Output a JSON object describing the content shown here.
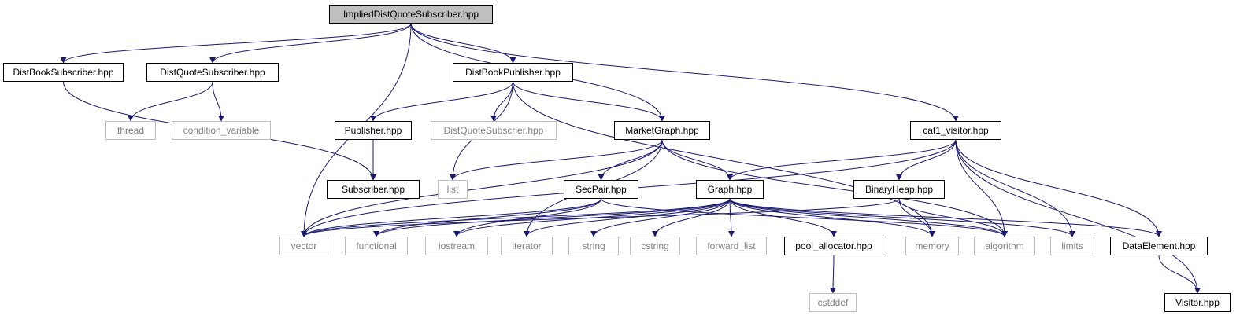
{
  "colors": {
    "edge": "#191970",
    "internal_border": "#000000",
    "external_border": "#bfbfbf",
    "external_text": "#808080",
    "root_fill": "#bfbfbf"
  },
  "nodes": {
    "ImpliedDistQuoteSubscriber": {
      "label": "ImpliedDistQuoteSubscriber.hpp",
      "kind": "root"
    },
    "DistBookSubscriber": {
      "label": "DistBookSubscriber.hpp",
      "kind": "internal"
    },
    "DistQuoteSubscriber": {
      "label": "DistQuoteSubscriber.hpp",
      "kind": "internal"
    },
    "DistBookPublisher": {
      "label": "DistBookPublisher.hpp",
      "kind": "internal"
    },
    "cat1_visitor": {
      "label": "cat1_visitor.hpp",
      "kind": "internal"
    },
    "thread": {
      "label": "thread",
      "kind": "external"
    },
    "condition_variable": {
      "label": "condition_variable",
      "kind": "external"
    },
    "Publisher": {
      "label": "Publisher.hpp",
      "kind": "internal"
    },
    "DistQuoteSubscrier": {
      "label": "DistQuoteSubscrier.hpp",
      "kind": "external"
    },
    "MarketGraph": {
      "label": "MarketGraph.hpp",
      "kind": "internal"
    },
    "Subscriber": {
      "label": "Subscriber.hpp",
      "kind": "internal"
    },
    "list": {
      "label": "list",
      "kind": "external"
    },
    "SecPair": {
      "label": "SecPair.hpp",
      "kind": "internal"
    },
    "Graph": {
      "label": "Graph.hpp",
      "kind": "internal"
    },
    "BinaryHeap": {
      "label": "BinaryHeap.hpp",
      "kind": "internal"
    },
    "vector": {
      "label": "vector",
      "kind": "external"
    },
    "functional": {
      "label": "functional",
      "kind": "external"
    },
    "iostream": {
      "label": "iostream",
      "kind": "external"
    },
    "iterator": {
      "label": "iterator",
      "kind": "external"
    },
    "string": {
      "label": "string",
      "kind": "external"
    },
    "cstring": {
      "label": "cstring",
      "kind": "external"
    },
    "forward_list": {
      "label": "forward_list",
      "kind": "external"
    },
    "pool_allocator": {
      "label": "pool_allocator.hpp",
      "kind": "internal"
    },
    "memory": {
      "label": "memory",
      "kind": "external"
    },
    "algorithm": {
      "label": "algorithm",
      "kind": "external"
    },
    "limits": {
      "label": "limits",
      "kind": "external"
    },
    "DataElement": {
      "label": "DataElement.hpp",
      "kind": "internal"
    },
    "cstddef": {
      "label": "cstddef",
      "kind": "external"
    },
    "Visitor": {
      "label": "Visitor.hpp",
      "kind": "internal"
    }
  },
  "edges": [
    [
      "ImpliedDistQuoteSubscriber",
      "DistBookSubscriber"
    ],
    [
      "ImpliedDistQuoteSubscriber",
      "DistQuoteSubscriber"
    ],
    [
      "ImpliedDistQuoteSubscriber",
      "DistBookPublisher"
    ],
    [
      "ImpliedDistQuoteSubscriber",
      "MarketGraph"
    ],
    [
      "ImpliedDistQuoteSubscriber",
      "cat1_visitor"
    ],
    [
      "ImpliedDistQuoteSubscriber",
      "vector"
    ],
    [
      "DistBookSubscriber",
      "Subscriber"
    ],
    [
      "DistQuoteSubscriber",
      "thread"
    ],
    [
      "DistQuoteSubscriber",
      "condition_variable"
    ],
    [
      "DistBookPublisher",
      "Publisher"
    ],
    [
      "DistBookPublisher",
      "DistQuoteSubscrier"
    ],
    [
      "DistBookPublisher",
      "MarketGraph"
    ],
    [
      "DistBookPublisher",
      "list"
    ],
    [
      "DistBookPublisher",
      "memory"
    ],
    [
      "Publisher",
      "Subscriber"
    ],
    [
      "MarketGraph",
      "list"
    ],
    [
      "MarketGraph",
      "SecPair"
    ],
    [
      "MarketGraph",
      "Graph"
    ],
    [
      "MarketGraph",
      "vector"
    ],
    [
      "MarketGraph",
      "iterator"
    ],
    [
      "MarketGraph",
      "algorithm"
    ],
    [
      "cat1_visitor",
      "Graph"
    ],
    [
      "cat1_visitor",
      "BinaryHeap"
    ],
    [
      "cat1_visitor",
      "vector"
    ],
    [
      "cat1_visitor",
      "algorithm"
    ],
    [
      "cat1_visitor",
      "limits"
    ],
    [
      "cat1_visitor",
      "DataElement"
    ],
    [
      "cat1_visitor",
      "Visitor"
    ],
    [
      "SecPair",
      "vector"
    ],
    [
      "SecPair",
      "functional"
    ],
    [
      "SecPair",
      "iostream"
    ],
    [
      "SecPair",
      "algorithm"
    ],
    [
      "Graph",
      "vector"
    ],
    [
      "Graph",
      "functional"
    ],
    [
      "Graph",
      "iostream"
    ],
    [
      "Graph",
      "iterator"
    ],
    [
      "Graph",
      "string"
    ],
    [
      "Graph",
      "cstring"
    ],
    [
      "Graph",
      "forward_list"
    ],
    [
      "Graph",
      "pool_allocator"
    ],
    [
      "Graph",
      "memory"
    ],
    [
      "Graph",
      "algorithm"
    ],
    [
      "Graph",
      "limits"
    ],
    [
      "Graph",
      "DataElement"
    ],
    [
      "BinaryHeap",
      "vector"
    ],
    [
      "BinaryHeap",
      "memory"
    ],
    [
      "BinaryHeap",
      "algorithm"
    ],
    [
      "pool_allocator",
      "cstddef"
    ],
    [
      "DataElement",
      "Visitor"
    ]
  ]
}
